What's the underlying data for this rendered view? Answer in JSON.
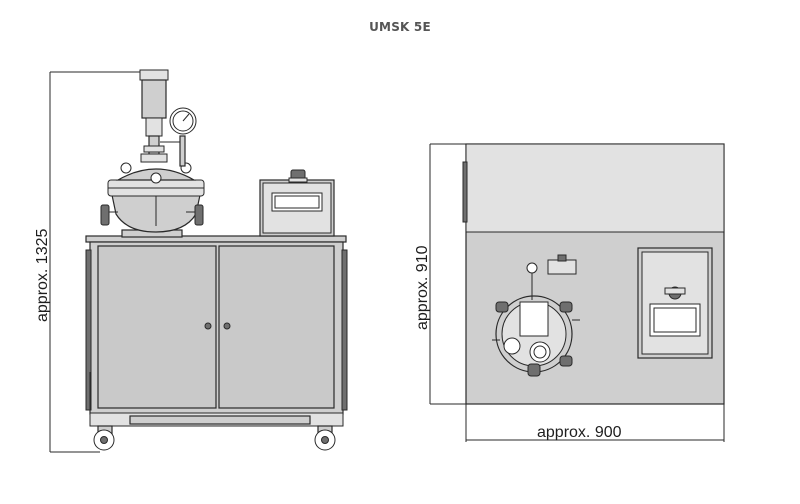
{
  "title": "UMSK 5E",
  "dimensions": {
    "height_label": "approx. 1325",
    "depth_label": "approx. 910",
    "width_label": "approx. 900"
  },
  "colors": {
    "body_fill": "#cfcfcf",
    "line": "#2a2a2a",
    "dimension_text": "#1e1e1e"
  }
}
